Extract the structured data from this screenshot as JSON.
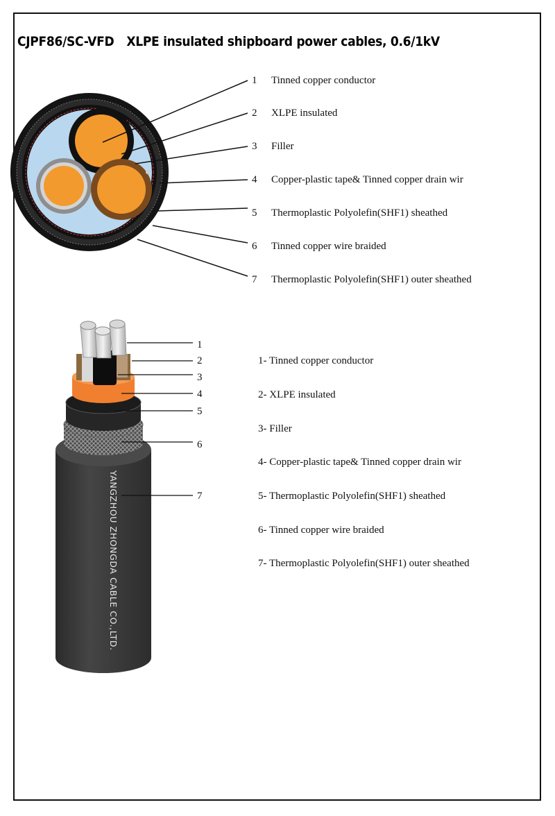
{
  "title": {
    "model": "CJPF86/SC-VFD",
    "description": "XLPE insulated shipboard power cables, 0.6/1kV"
  },
  "cross_section": {
    "components": [
      {
        "num": "1",
        "label": "Tinned copper conductor"
      },
      {
        "num": "2",
        "label": "XLPE insulated"
      },
      {
        "num": "3",
        "label": "Filler"
      },
      {
        "num": "4",
        "label": "Copper-plastic tape& Tinned copper drain wir"
      },
      {
        "num": "5",
        "label": "Thermoplastic Polyolefin(SHF1) sheathed"
      },
      {
        "num": "6",
        "label": "Tinned copper wire braided"
      },
      {
        "num": "7",
        "label": "Thermoplastic Polyolefin(SHF1) outer sheathed"
      }
    ]
  },
  "side_view": {
    "callouts": [
      "1",
      "2",
      "3",
      "4",
      "5",
      "6",
      "7"
    ],
    "legend": [
      "1- Tinned copper conductor",
      "2- XLPE insulated",
      "3- Filler",
      "4- Copper-plastic tape& Tinned copper drain wir",
      "5- Thermoplastic Polyolefin(SHF1) sheathed",
      "6- Tinned copper wire braided",
      "7- Thermoplastic Polyolefin(SHF1) outer sheathed"
    ],
    "jacket_print": "YANGZHOU ZHONGDA CABLE CO.,LTD."
  },
  "colors": {
    "conductor_orange": "#f39a2e",
    "filler_blue": "#b9d7ee",
    "outer_black": "#141414",
    "sheath_orange": "#f08030",
    "jacket_gray": "#3b3b3b"
  }
}
